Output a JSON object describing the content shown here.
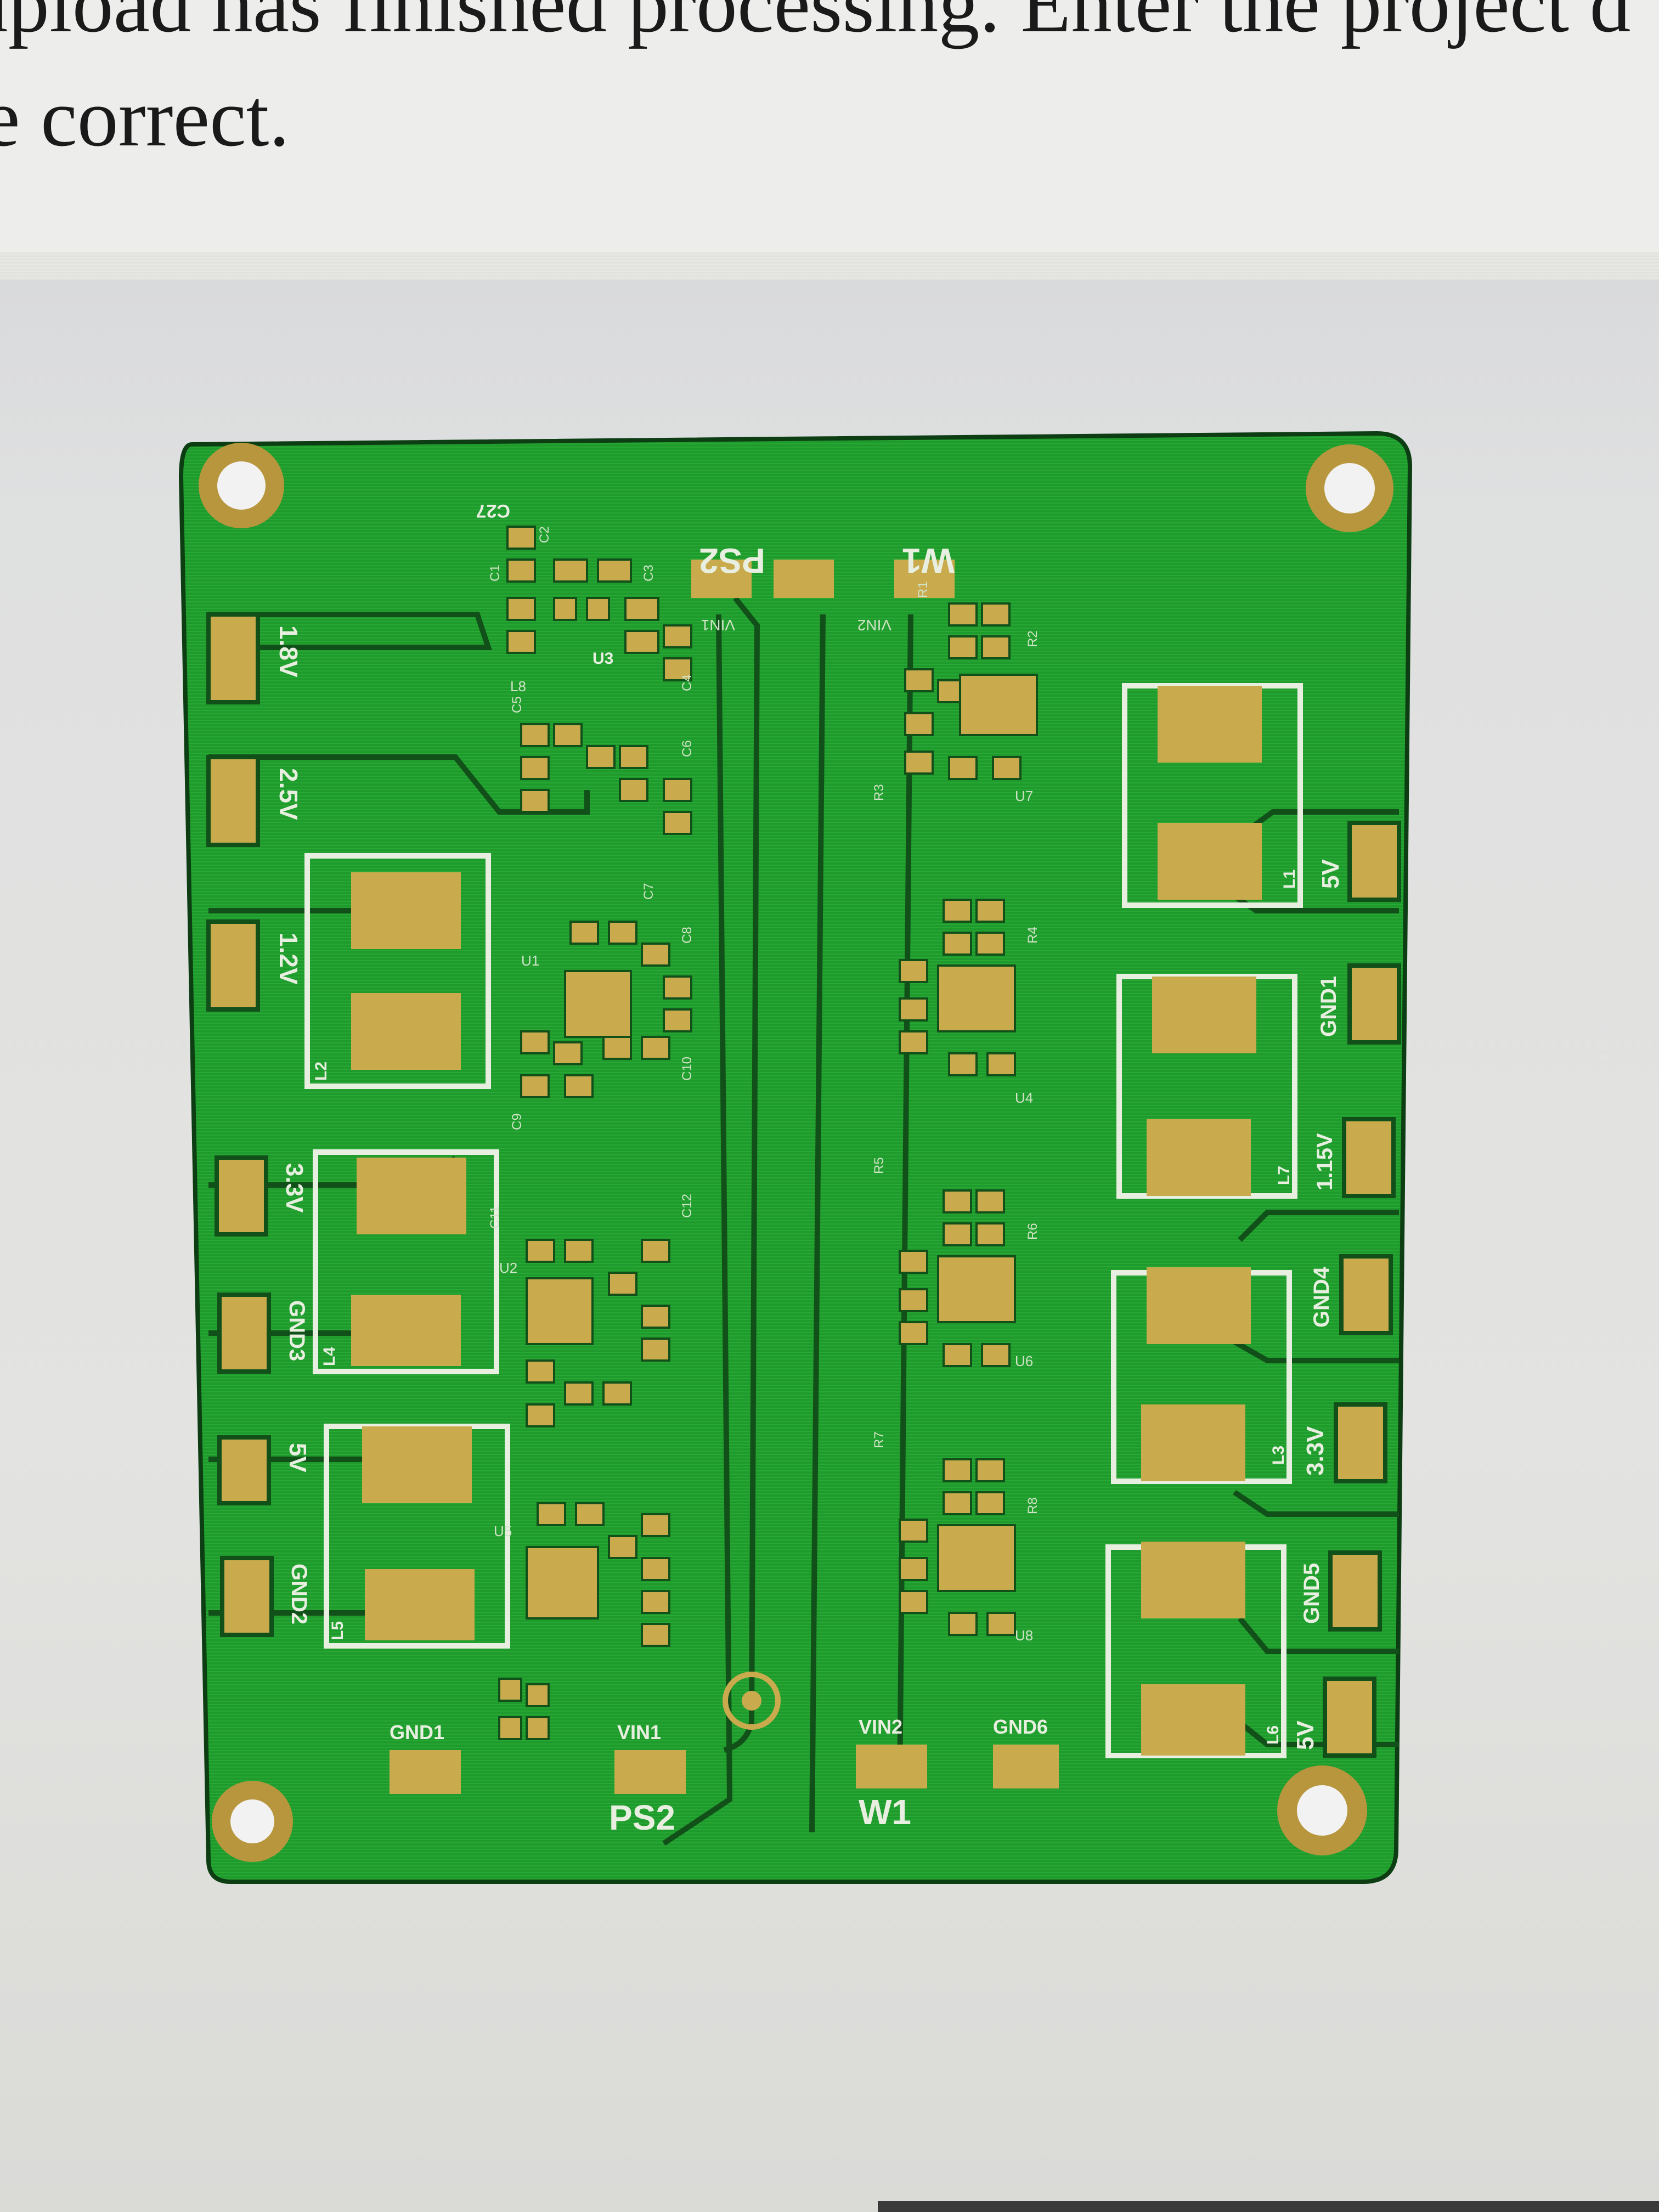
{
  "message": {
    "line1": "upload has finished processing. Enter the project d",
    "line2": "e correct."
  },
  "pcb": {
    "colors": {
      "board": "#1f9a2c",
      "copper": "#c9ab4e",
      "trace_outline": "#12501a",
      "silkscreen": "#e8efe0",
      "hole": "#f2f2f2",
      "pad_ring": "#b8963e"
    },
    "left_pad_labels": [
      "1.8V",
      "2.5V",
      "1.2V",
      "3.3V",
      "GND3",
      "5V",
      "GND2"
    ],
    "right_pad_labels": [
      "5V",
      "GND1",
      "1.15V",
      "GND4",
      "3.3V",
      "GND5",
      "5V"
    ],
    "bottom_pad_labels": [
      "GND1",
      "VIN1",
      "VIN2",
      "GND6"
    ],
    "top_labels": [
      "C27",
      "PS2",
      "W1",
      "U3",
      "VIN1",
      "VIN2"
    ],
    "bottom_part_labels": [
      "PS2",
      "W1"
    ],
    "inductor_labels": [
      "L1",
      "L2",
      "L3",
      "L4",
      "L5",
      "L6",
      "L7",
      "L8"
    ],
    "ic_labels": [
      "U1",
      "U2",
      "U4",
      "U5",
      "U6",
      "U7",
      "U8"
    ],
    "component_labels": [
      "C1",
      "C2",
      "C3",
      "C4",
      "C5",
      "C6",
      "C7",
      "C8",
      "C9",
      "C10",
      "C11",
      "C12",
      "R1",
      "R2",
      "R3",
      "R4",
      "R5",
      "R6",
      "R7",
      "R8"
    ]
  }
}
